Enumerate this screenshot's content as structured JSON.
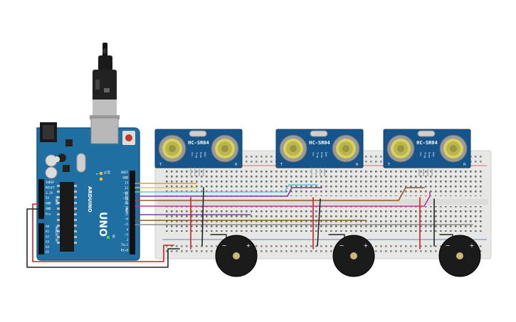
{
  "board": {
    "brand": "ARDUINO",
    "model": "UNO",
    "power_header": [
      "IOREF",
      "RESET",
      "3.3V",
      "5V",
      "GND",
      "GND",
      "Vin"
    ],
    "analog_header": [
      "A0",
      "A1",
      "A2",
      "A3",
      "A4",
      "A5"
    ],
    "digital_header": [
      "AREF",
      "GND",
      "13",
      "12",
      "~11",
      "~10",
      "~9",
      "8",
      "7",
      "~6",
      "~5",
      "4",
      "~3",
      "2",
      "TX▸1",
      "RX◂0"
    ],
    "power_label": "POWER",
    "analog_label": "ANALOG IN",
    "digital_label": "DIGITAL (PWM~)",
    "tx_label": "TX",
    "rx_label": "RX",
    "l_label": "L",
    "on_label": "ON"
  },
  "sensors": [
    {
      "label": "HC-SR04",
      "pins": [
        "Vcc",
        "Trig",
        "Echo",
        "Gnd"
      ],
      "left_mark": "T",
      "right_mark": "R"
    },
    {
      "label": "HC-SR04",
      "pins": [
        "Vcc",
        "Trig",
        "Echo",
        "Gnd"
      ],
      "left_mark": "T",
      "right_mark": "R"
    },
    {
      "label": "HC-SR04",
      "pins": [
        "Vcc",
        "Trig",
        "Echo",
        "Gnd"
      ],
      "left_mark": "T",
      "right_mark": "R"
    }
  ],
  "buzzers": [
    {
      "minus": "−",
      "plus": "+"
    },
    {
      "minus": "−",
      "plus": "+"
    },
    {
      "minus": "−",
      "plus": "+"
    }
  ],
  "colors": {
    "arduino_blue": "#1f6fa3",
    "sensor_blue": "#16558c",
    "breadboard": "#e8e8e6",
    "wire_red": "#d21f1f",
    "wire_black": "#222222",
    "wire_orange": "#e39a2a",
    "wire_yellow": "#e6cf2a",
    "wire_lightblue": "#5fc2e6",
    "wire_purple": "#7a3aa8",
    "wire_magenta": "#c8308c",
    "wire_brown": "#8a5a2b",
    "wire_gray": "#8a8a8a"
  }
}
